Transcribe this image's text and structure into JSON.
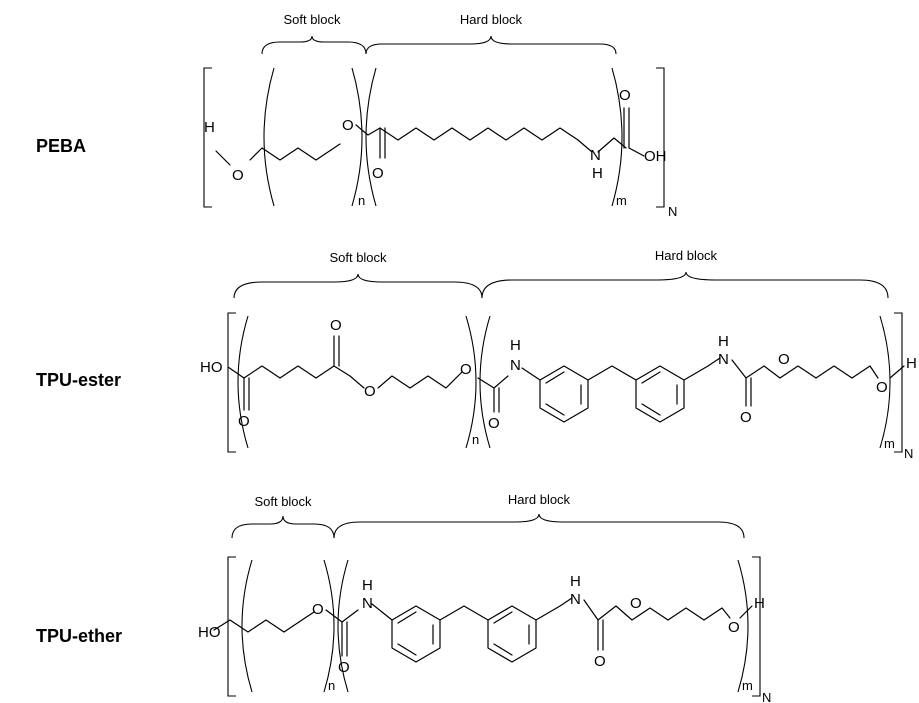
{
  "structures": [
    {
      "name": "PEBA",
      "soft_label": "Soft block",
      "hard_label": "Hard block",
      "atoms": {
        "h_left": "H",
        "o1": "O",
        "o2": "O",
        "o_carbonyl": "O",
        "n": "N",
        "h_n": "H",
        "o_acid": "O",
        "oh": "OH"
      },
      "subscripts": {
        "n": "n",
        "m": "m",
        "N": "N"
      }
    },
    {
      "name": "TPU-ester",
      "soft_label": "Soft block",
      "hard_label": "Hard block",
      "atoms": {
        "ho": "HO",
        "o_carb1": "O",
        "o_ester_up": "O",
        "o_ester": "O",
        "o_link": "O",
        "o_carb2": "O",
        "h_n1": "H",
        "n1": "N",
        "h_n2": "H",
        "n2": "N",
        "o_urethane": "O",
        "o_carb3": "O",
        "o_end": "O",
        "h_end": "H"
      },
      "subscripts": {
        "n": "n",
        "m": "m",
        "N": "N"
      }
    },
    {
      "name": "TPU-ether",
      "soft_label": "Soft block",
      "hard_label": "Hard block",
      "atoms": {
        "ho": "HO",
        "o_link": "O",
        "o_carb1": "O",
        "h_n1": "H",
        "n1": "N",
        "h_n2": "H",
        "n2": "N",
        "o_urethane": "O",
        "o_carb2": "O",
        "o_end": "O",
        "h_end": "H"
      },
      "subscripts": {
        "n": "n",
        "m": "m",
        "N": "N"
      }
    }
  ]
}
